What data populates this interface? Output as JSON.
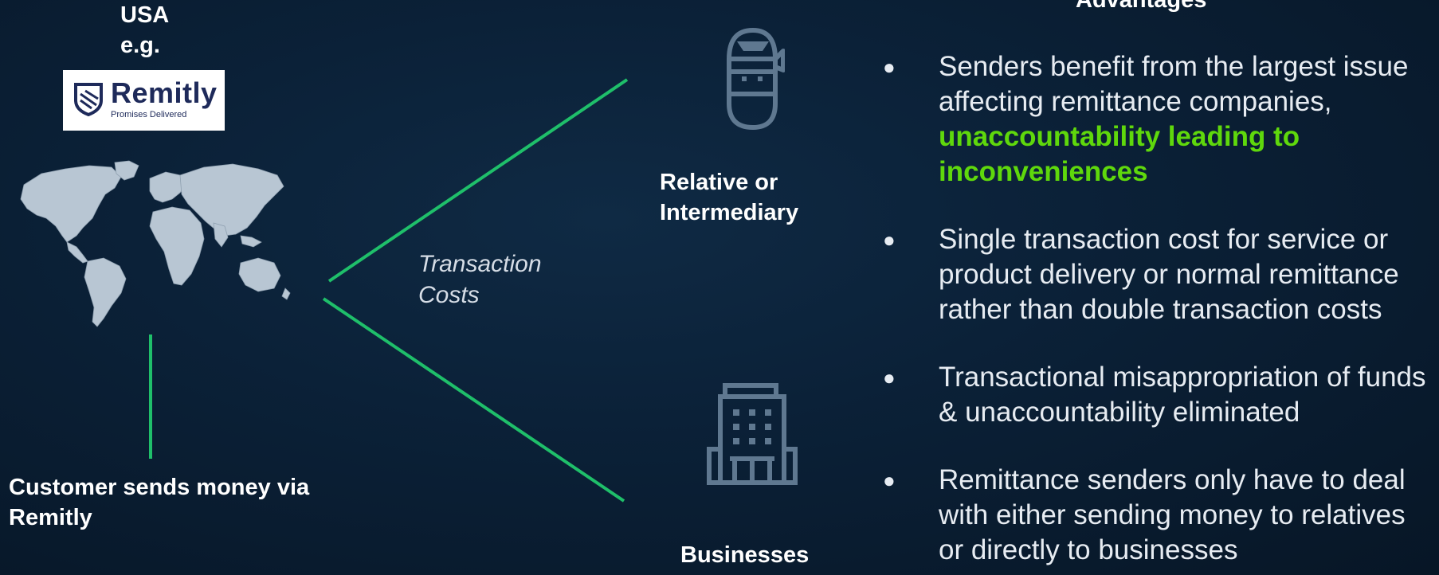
{
  "region": {
    "country": "USA",
    "example": "e.g."
  },
  "logo": {
    "name": "Remitly",
    "tagline": "Promises Delivered"
  },
  "diagram": {
    "edge_label_line1": "Transaction",
    "edge_label_line2": "Costs",
    "relative_line1": "Relative or",
    "relative_line2": "Intermediary",
    "businesses": "Businesses",
    "customer_line1": "Customer sends money via",
    "customer_line2": "Remitly"
  },
  "advantages": {
    "title": "Advantages",
    "items": [
      {
        "text": "Senders benefit from the largest issue affecting remittance companies,",
        "highlight": "unaccountability leading to inconveniences"
      },
      {
        "text": "Single transaction cost for service or product delivery or normal remittance rather than double transaction costs"
      },
      {
        "text": "Transactional misappropriation of funds & unaccountability eliminated"
      },
      {
        "text": "Remittance senders only have to deal with either sending money to relatives or directly to businesses"
      }
    ]
  },
  "icons": {
    "person": "ninja-icon",
    "business": "building-icon",
    "map": "world-map-icon",
    "logo": "remitly-logo-icon"
  },
  "colors": {
    "background": "#0b2138",
    "connector": "#1fbf6a",
    "highlight": "#5fd80c",
    "icon": "#5f7890",
    "map": "#b8c6d3"
  }
}
